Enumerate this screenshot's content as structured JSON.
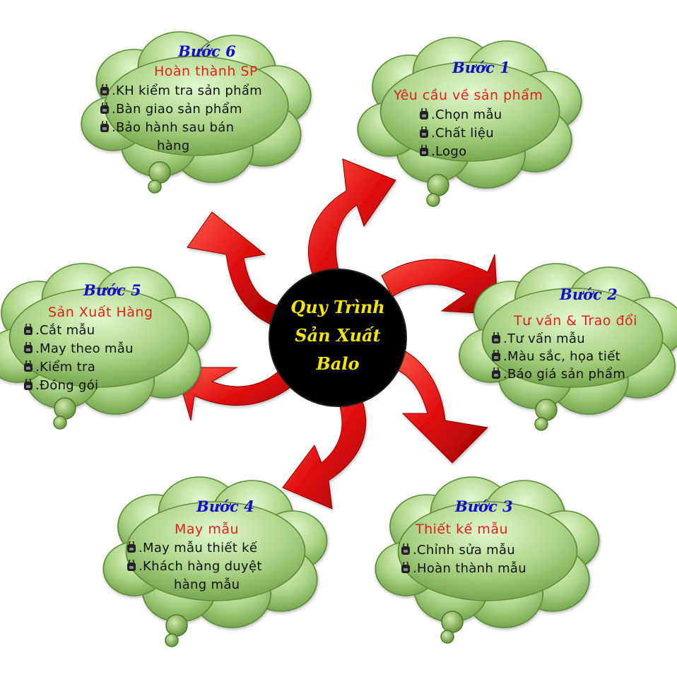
{
  "center": {
    "lines": [
      "Quy Trình",
      "Sản Xuất",
      "Balo"
    ]
  },
  "steps": [
    {
      "title": "Bước 1",
      "name": "Yêu cầu về sản phẩm",
      "items": [
        ".Chọn mẫu",
        ".Chất liệu",
        ".Logo"
      ]
    },
    {
      "title": "Bước 2",
      "name": "Tư vấn & Trao đổi",
      "items": [
        ".Tư vấn mẫu",
        ".Màu sắc, họa tiết",
        ".Báo giá sản phẩm"
      ]
    },
    {
      "title": "Bước 3",
      "name": "Thiết kế mẫu",
      "items": [
        ".Chỉnh sửa mẫu",
        ".Hoàn thành mẫu"
      ]
    },
    {
      "title": "Bước 4",
      "name": "May mẫu",
      "items": [
        ".May mẫu thiết kế",
        ".Khách hàng duyệt",
        "hàng mẫu"
      ]
    },
    {
      "title": "Bước 5",
      "name": "Sản Xuất Hàng",
      "items": [
        ".Cắt mẫu",
        ".May theo mẫu",
        ".Kiểm tra",
        ".Đóng gói"
      ]
    },
    {
      "title": "Bước 6",
      "name": "Hoàn thành SP",
      "items": [
        ".KH kiểm tra sản phẩm",
        ".Bàn giao sản phẩm",
        ".Bảo hành sau bán",
        "hàng"
      ]
    }
  ],
  "colors": {
    "title": "#1010c8",
    "name": "#e0201a",
    "arrow": "#e81a1a",
    "cloud_light": "#d8f2c0",
    "cloud_dark": "#74a848",
    "center_fill": "#000000",
    "center_text": "#f2e500"
  },
  "icons": {
    "bullet": "backpack-icon"
  }
}
